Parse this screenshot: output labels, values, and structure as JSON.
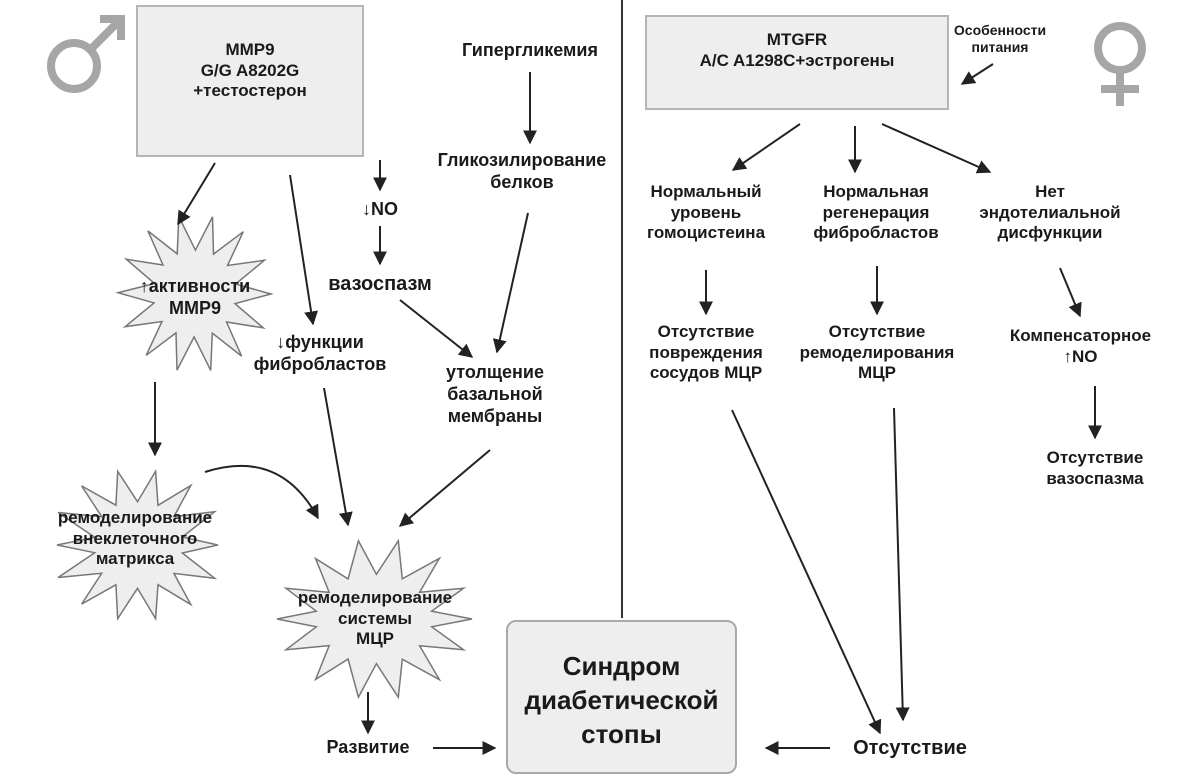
{
  "male": {
    "box": "MMP9\nG/G A8202G\n+тестостерон",
    "hyperglycemia": "Гипергликемия",
    "glycosylation": "Гликозилирование\nбелков",
    "no_decrease": "↓NO",
    "vasospasm": "вазоспазм",
    "mmp9_activity": "↑активности\nMMP9",
    "fibroblast_function": "↓функции\nфибробластов",
    "membrane_thickening": "утолщение\nбазальной\nмембраны",
    "ecm_remodeling": "ремоделирование\nвнеклеточного\nматрикса",
    "mcr_remodeling": "ремоделирование\nсистемы\nМЦР",
    "development": "Развитие"
  },
  "center": {
    "syndrome": "Синдром\nдиабетической\nстопы"
  },
  "female": {
    "box": "MTGFR\nA/C A1298C+эстрогены",
    "nutrition": "Особенности\nпитания",
    "homocysteine": "Нормальный\nуровень\nгомоцистеина",
    "fibroblast_regen": "Нормальная\nрегенерация\nфибробластов",
    "no_endothelial": "Нет\nэндотелиальной\nдисфункции",
    "no_vessel_damage": "Отсутствие\nповреждения\nсосудов МЦР",
    "no_remodeling": "Отсутствие\nремоделирования\nМЦР",
    "compensatory_no": "Компенсаторное\n↑NO",
    "no_vasospasm": "Отсутствие\nвазоспазма",
    "absence": "Отсутствие"
  },
  "colors": {
    "box_fill": "#eeeeee",
    "box_stroke": "#b5b5b5",
    "symbol": "#a6a6a6",
    "line": "#222222"
  },
  "icons": {
    "male": "male-symbol-icon",
    "female": "female-symbol-icon"
  }
}
